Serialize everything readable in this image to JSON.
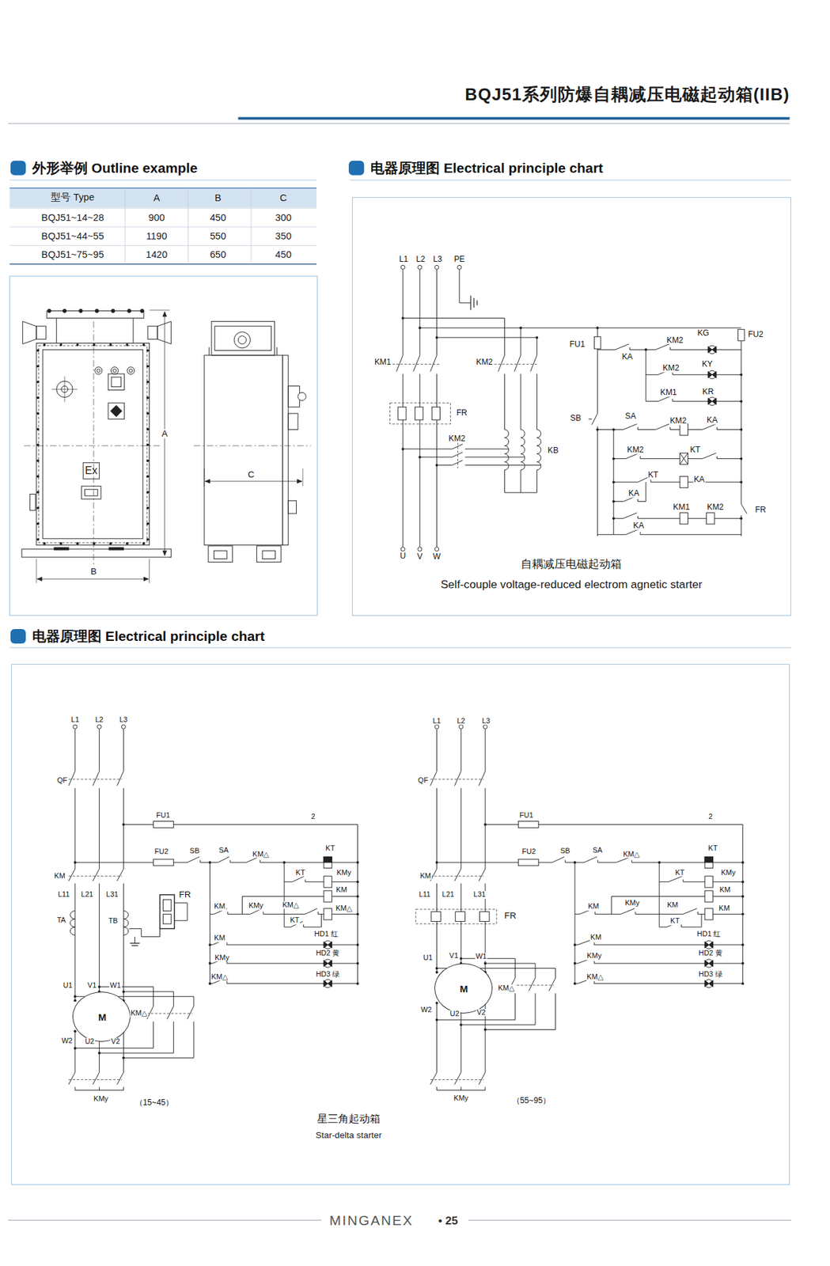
{
  "diagram": {
    "title": "BQJ51系列防爆自耦减压电磁起动箱(IIB)",
    "nodes": [
      {
        "text": [
          "自耦减压电磁起动箱",
          "Self-couple voltage-reduced electrom agnetic starter"
        ]
      },
      {
        "text": [
          "星三角起动箱",
          "Star-delta starter"
        ]
      },
      {
        "text": [
          "M"
        ],
        "in": 1
      },
      {
        "text": [
          "M"
        ],
        "in": 1
      }
    ],
    "labels": [
      "外形举例 Outline example",
      "电器原理图 Electrical principle chart",
      "型号 Type",
      "A",
      "B",
      "C",
      "BQJ51~14~28",
      "900",
      "450",
      "300",
      "BQJ51~44~55",
      "1190",
      "550",
      "350",
      "BQJ51~75~95",
      "1420",
      "650",
      "450",
      "A",
      "Ex",
      "C",
      "B",
      "L1",
      "L2",
      "L3",
      "PE",
      "KM1",
      "KM2",
      "FR",
      "KM2",
      "KB",
      "U",
      "V",
      "W",
      "FU1",
      "FU2",
      "KA",
      "KM2",
      "KG",
      "KM2",
      "KY",
      "KM1",
      "KR",
      "SB",
      "SA",
      "KM2",
      "KA",
      "KM2",
      "KT",
      "KT",
      "KA",
      "KA",
      "FR",
      "KM1",
      "KM2",
      "KA",
      "电器原理图 Electrical principle chart",
      "L1",
      "L2",
      "L3",
      "QF",
      "FU1",
      "2",
      "FU2",
      "SB",
      "SA",
      "KM△",
      "KT",
      "KM",
      "KT",
      "KMy",
      "L11",
      "L21",
      "L31",
      "FR",
      "KM",
      "TA",
      "TB",
      "KM",
      "KMy",
      "KM△",
      "KM△",
      "KT",
      "HD1 红",
      "KM",
      "HD2 黄",
      "KMy",
      "HD3 绿",
      "KM△",
      "U1",
      "V1",
      "W1",
      "KM△",
      "W2",
      "U2",
      "V2",
      "KMy",
      "（15~45）",
      "L1",
      "L2",
      "L3",
      "QF",
      "FU1",
      "2",
      "FU2",
      "SB",
      "SA",
      "KM△",
      "KT",
      "KM",
      "KT",
      "KMy",
      "L11",
      "L21",
      "L31",
      "KM",
      "FR",
      "KM",
      "KMy",
      "KM",
      "KM",
      "KT",
      "HD1 红",
      "KM",
      "HD2 黄",
      "KMy",
      "HD3 绿",
      "KM△",
      "U1",
      "V1",
      "W1",
      "KM△",
      "W2",
      "U2",
      "V2",
      "KMy",
      "（55~95）",
      "MINGANEX",
      "• 25"
    ]
  }
}
